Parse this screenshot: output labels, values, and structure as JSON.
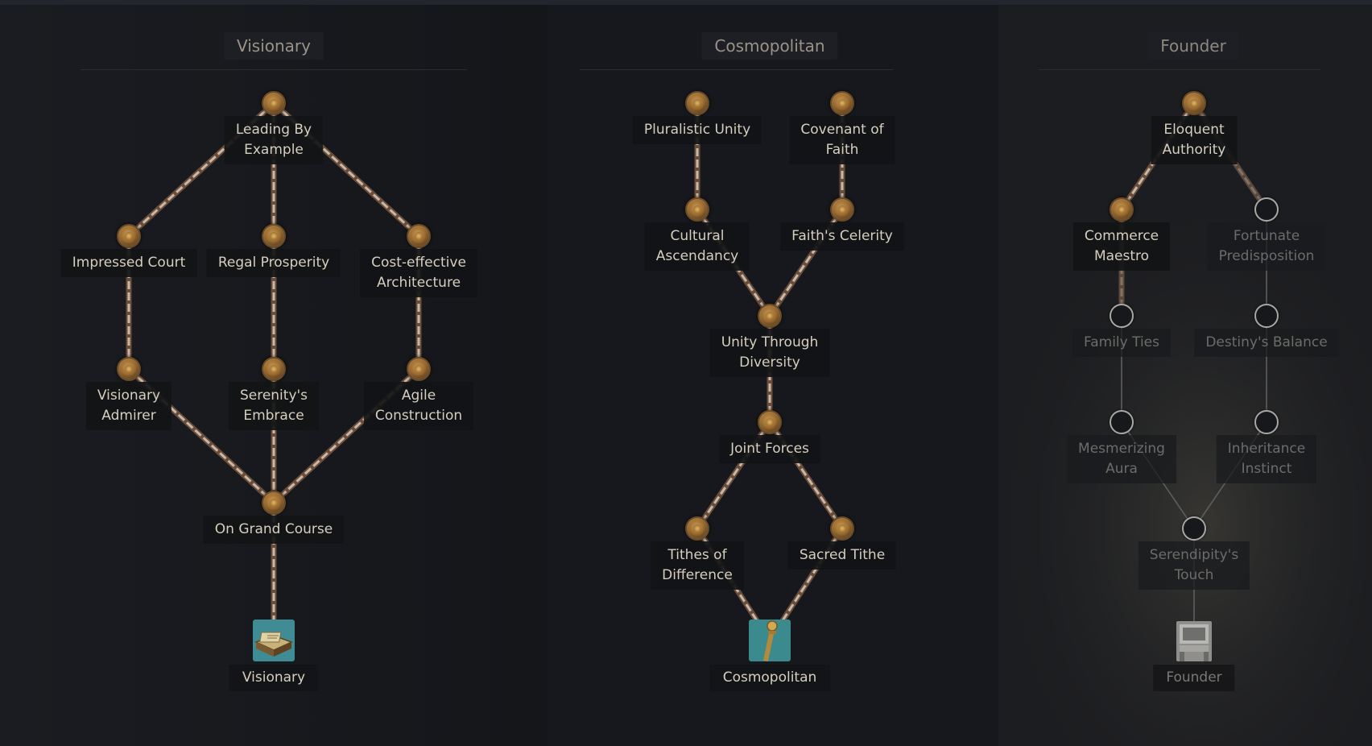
{
  "columns": [
    {
      "title": "Visionary",
      "reward": {
        "label": "Visionary",
        "icon": "visionary-book-icon"
      },
      "perks": [
        {
          "id": "v1",
          "label": "Leading By\nExample",
          "state": "unlocked"
        },
        {
          "id": "v2",
          "label": "Impressed Court",
          "state": "unlocked"
        },
        {
          "id": "v3",
          "label": "Regal Prosperity",
          "state": "unlocked"
        },
        {
          "id": "v4",
          "label": "Cost-effective\nArchitecture",
          "state": "unlocked"
        },
        {
          "id": "v5",
          "label": "Visionary\nAdmirer",
          "state": "unlocked"
        },
        {
          "id": "v6",
          "label": "Serenity's\nEmbrace",
          "state": "unlocked"
        },
        {
          "id": "v7",
          "label": "Agile\nConstruction",
          "state": "unlocked"
        },
        {
          "id": "v8",
          "label": "On Grand Course",
          "state": "unlocked"
        }
      ]
    },
    {
      "title": "Cosmopolitan",
      "reward": {
        "label": "Cosmopolitan",
        "icon": "scepter-icon"
      },
      "perks": [
        {
          "id": "c1",
          "label": "Pluralistic Unity",
          "state": "unlocked"
        },
        {
          "id": "c2",
          "label": "Covenant of\nFaith",
          "state": "unlocked"
        },
        {
          "id": "c3",
          "label": "Cultural\nAscendancy",
          "state": "unlocked"
        },
        {
          "id": "c4",
          "label": "Faith's Celerity",
          "state": "unlocked"
        },
        {
          "id": "c5",
          "label": "Unity Through\nDiversity",
          "state": "unlocked"
        },
        {
          "id": "c6",
          "label": "Joint Forces",
          "state": "unlocked"
        },
        {
          "id": "c7",
          "label": "Tithes of\nDifference",
          "state": "unlocked"
        },
        {
          "id": "c8",
          "label": "Sacred Tithe",
          "state": "unlocked"
        }
      ]
    },
    {
      "title": "Founder",
      "reward": {
        "label": "Founder",
        "icon": "throne-icon"
      },
      "perks": [
        {
          "id": "f1",
          "label": "Eloquent\nAuthority",
          "state": "unlocked"
        },
        {
          "id": "f2",
          "label": "Commerce\nMaestro",
          "state": "unlocked"
        },
        {
          "id": "f3",
          "label": "Fortunate\nPredisposition",
          "state": "locked"
        },
        {
          "id": "f4",
          "label": "Family Ties",
          "state": "locked"
        },
        {
          "id": "f5",
          "label": "Destiny's Balance",
          "state": "locked"
        },
        {
          "id": "f6",
          "label": "Mesmerizing\nAura",
          "state": "locked"
        },
        {
          "id": "f7",
          "label": "Inheritance\nInstinct",
          "state": "locked"
        },
        {
          "id": "f8",
          "label": "Serendipity's\nTouch",
          "state": "locked"
        }
      ]
    }
  ],
  "colors": {
    "background": "#15171c",
    "unlocked_line": "#d8cbbb",
    "locked_line": "#5e5e5e",
    "node_gold": "#b07f3e"
  }
}
